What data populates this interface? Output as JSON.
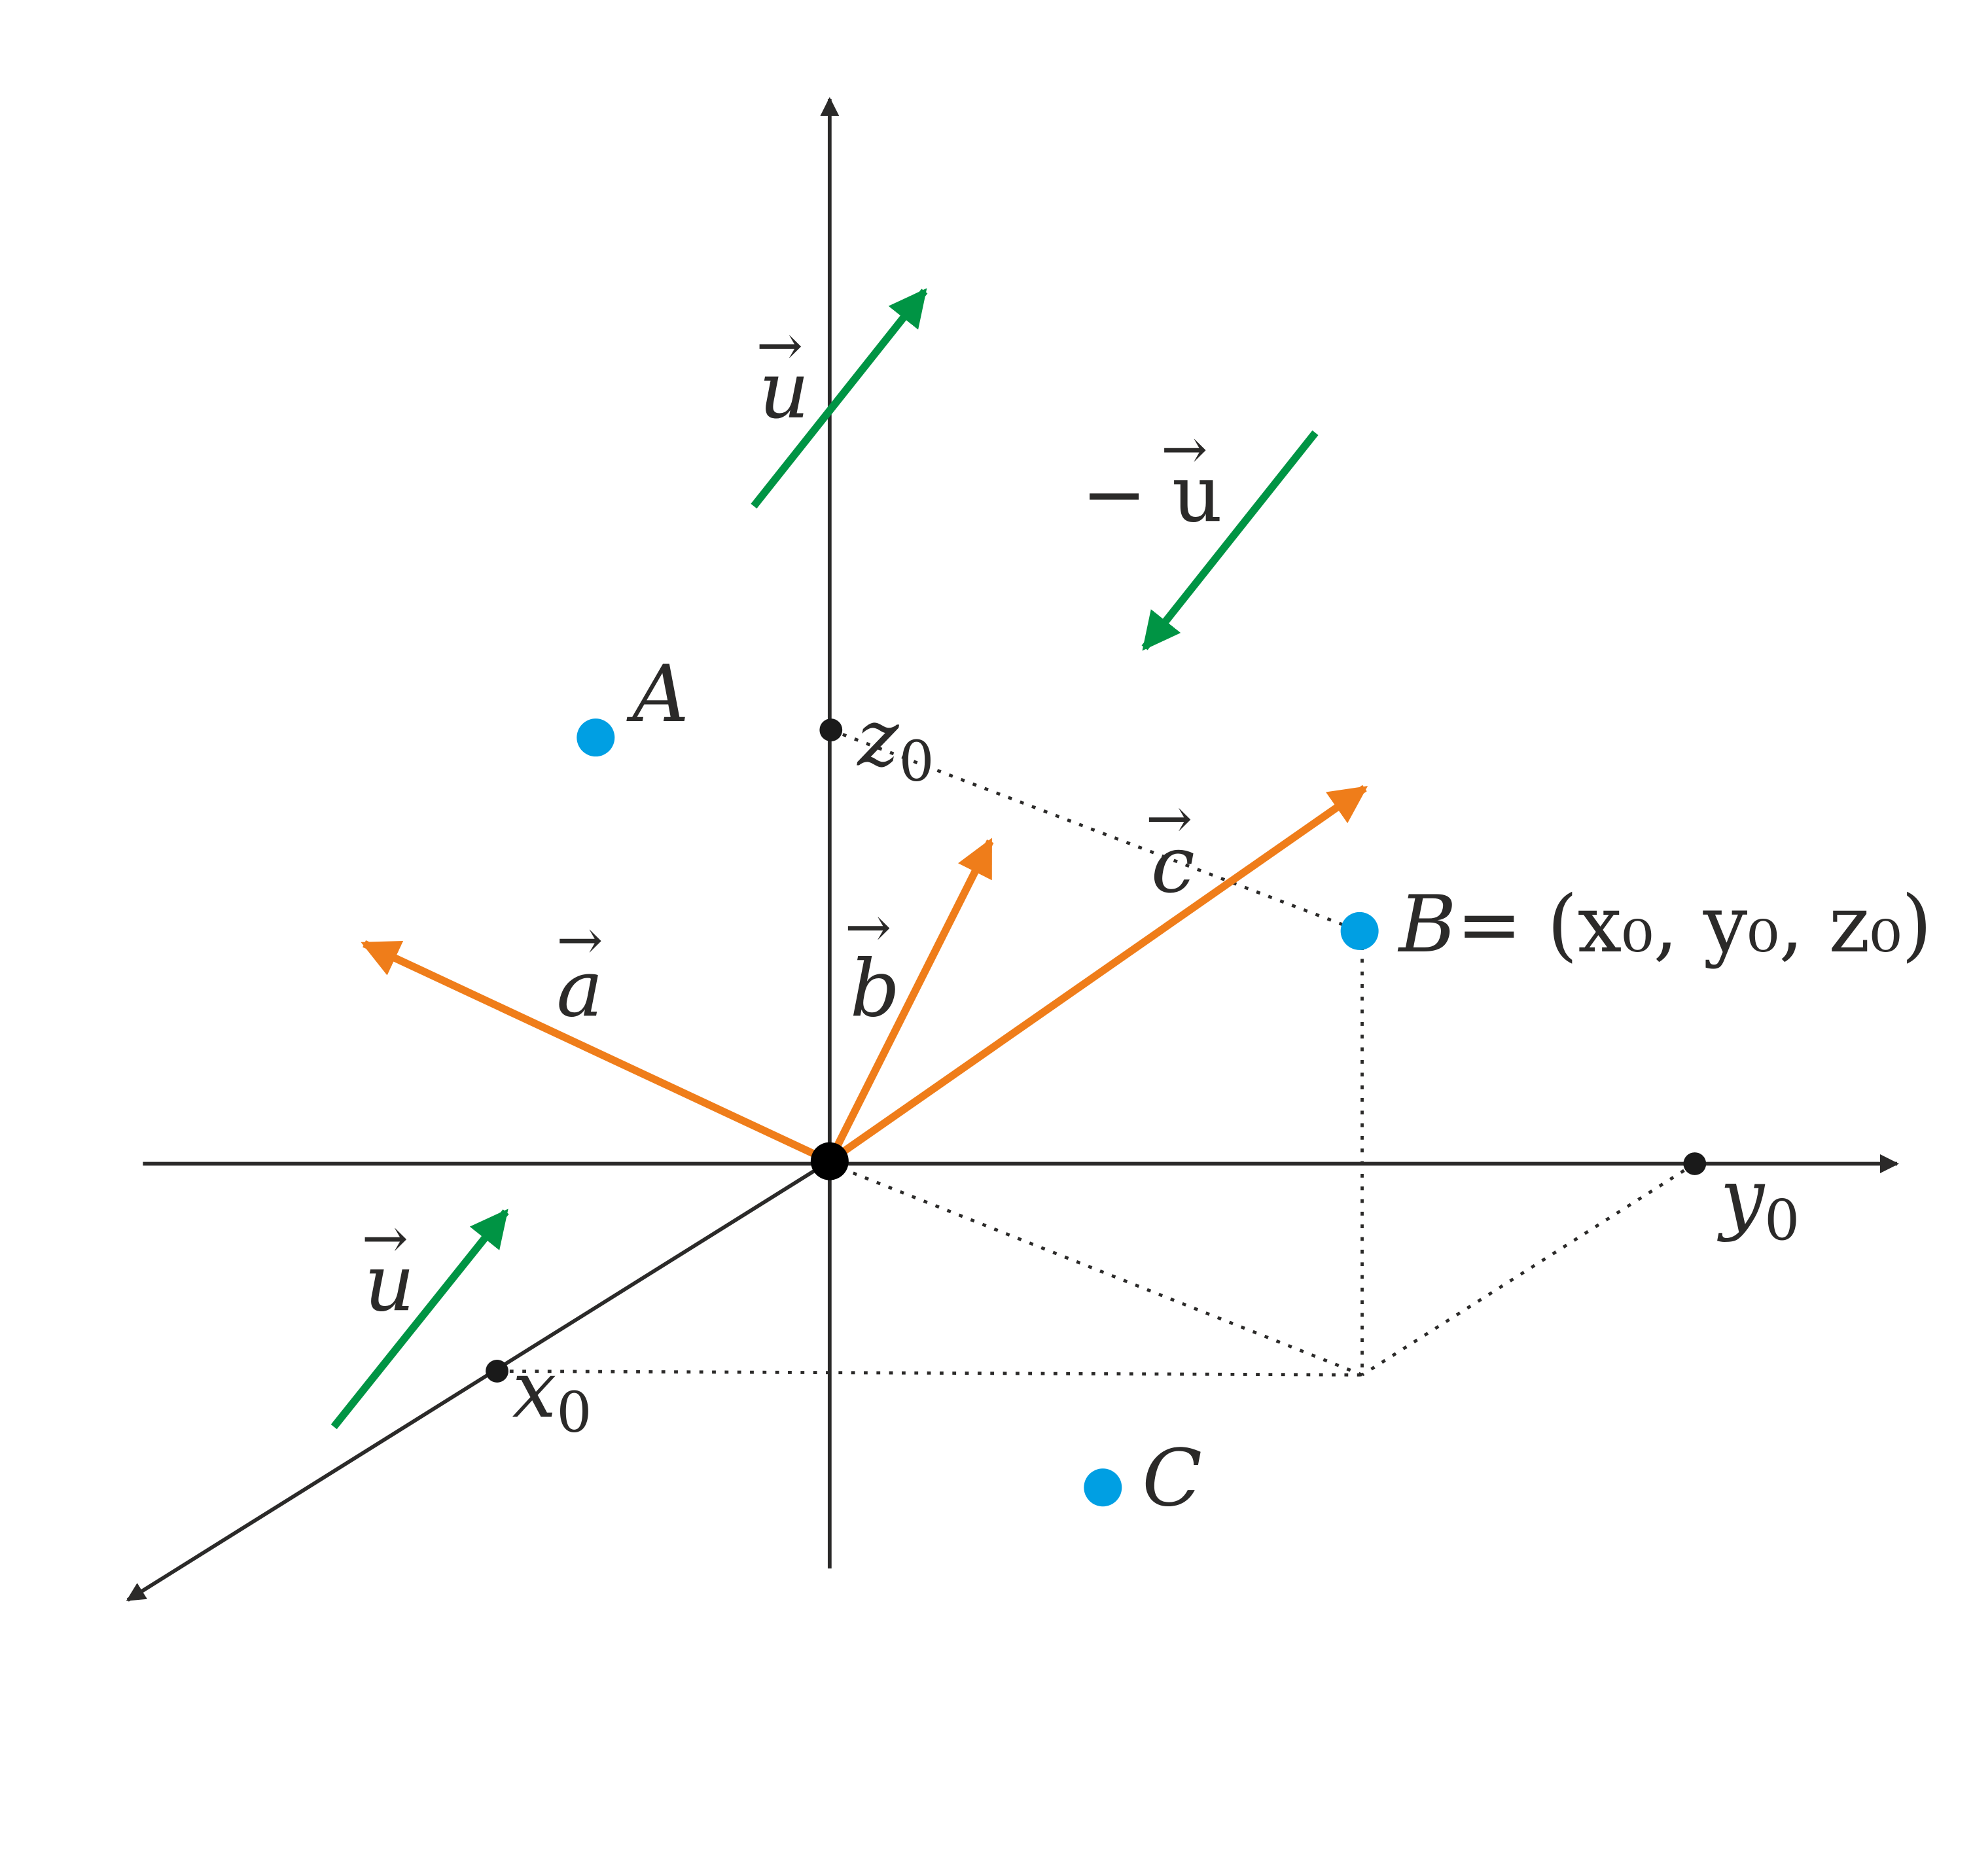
{
  "colors": {
    "axis": "#2b2a29",
    "vector": "#ef7d1a",
    "unit_vector": "#009444",
    "point": "#009fe3"
  },
  "points": {
    "A": "A",
    "B": "B",
    "C": "C",
    "B_coords": "= (x₀, y₀, z₀)"
  },
  "axis_labels": {
    "x0": "x",
    "y0": "y",
    "z0": "z",
    "sub": "0"
  },
  "vectors": {
    "a": "a",
    "b": "b",
    "c": "c",
    "u": "u",
    "minus_u": "− u"
  },
  "arrow_glyph": "→"
}
